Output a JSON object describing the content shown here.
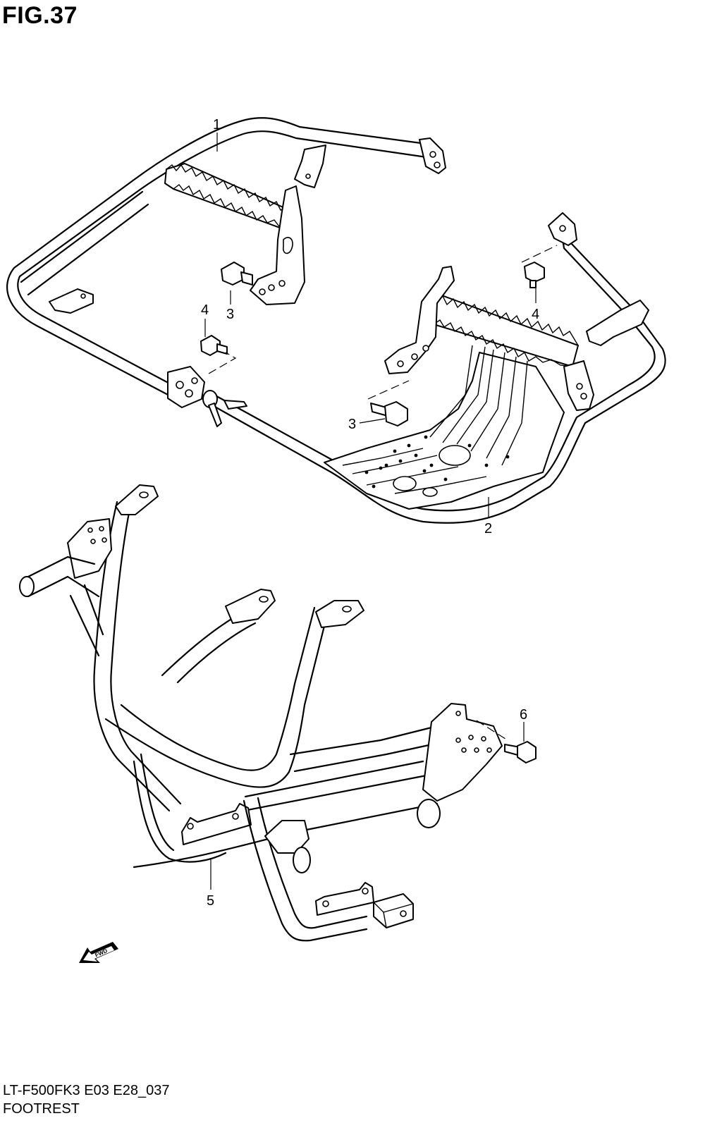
{
  "figure": {
    "title": "FIG.37"
  },
  "footer": {
    "model_code": "LT-F500FK3 E03 E28_037",
    "section_name": "FOOTREST"
  },
  "callouts": [
    {
      "id": "c1",
      "label": "1"
    },
    {
      "id": "c2",
      "label": "2"
    },
    {
      "id": "c3a",
      "label": "3"
    },
    {
      "id": "c3b",
      "label": "3"
    },
    {
      "id": "c4a",
      "label": "4"
    },
    {
      "id": "c4b",
      "label": "4"
    },
    {
      "id": "c5",
      "label": "5"
    },
    {
      "id": "c6",
      "label": "6"
    }
  ],
  "direction_marker": {
    "label": "FWD",
    "icon": "fwd-arrow-icon"
  }
}
